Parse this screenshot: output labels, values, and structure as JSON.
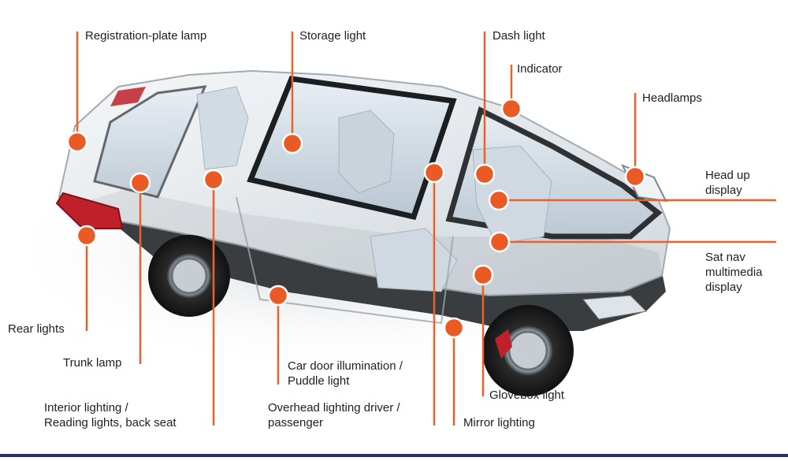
{
  "colors": {
    "accent": "#ea5a24",
    "line": "#e8622c",
    "text": "#1e1e1e",
    "footer": "#26336a"
  },
  "labels": {
    "registration_plate_lamp": "Registration-plate lamp",
    "storage_light": "Storage light",
    "dash_light": "Dash light",
    "indicator": "Indicator",
    "headlamps": "Headlamps",
    "head_up_display": "Head up\ndisplay",
    "sat_nav": "Sat nav\nmultimedia\ndisplay",
    "rear_lights": "Rear lights",
    "trunk_lamp": "Trunk lamp",
    "interior_lighting": "Interior lighting /\nReading lights, back seat",
    "car_door_illumination": "Car door illumination /\nPuddle light",
    "overhead_lighting": "Overhead lighting driver /\npassenger",
    "glovebox_light": "Glovebox light",
    "mirror_lighting": "Mirror lighting"
  }
}
